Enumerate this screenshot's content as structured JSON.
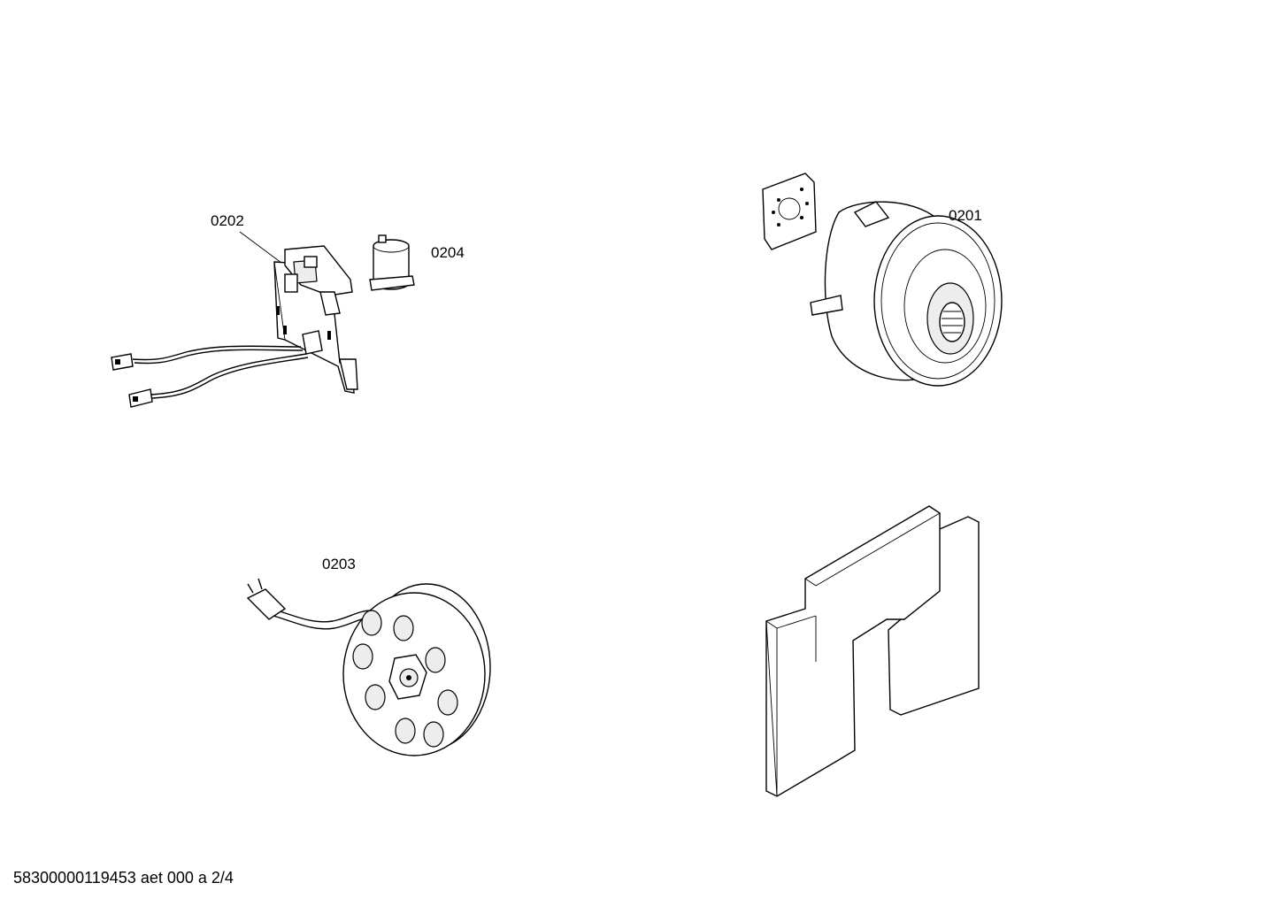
{
  "parts": [
    {
      "id": "0201",
      "label": "0201"
    },
    {
      "id": "0202",
      "label": "0202"
    },
    {
      "id": "0203",
      "label": "0203"
    },
    {
      "id": "0204",
      "label": "0204"
    }
  ],
  "footer": {
    "text": "58300000119453 aet 000 a 2/4"
  }
}
